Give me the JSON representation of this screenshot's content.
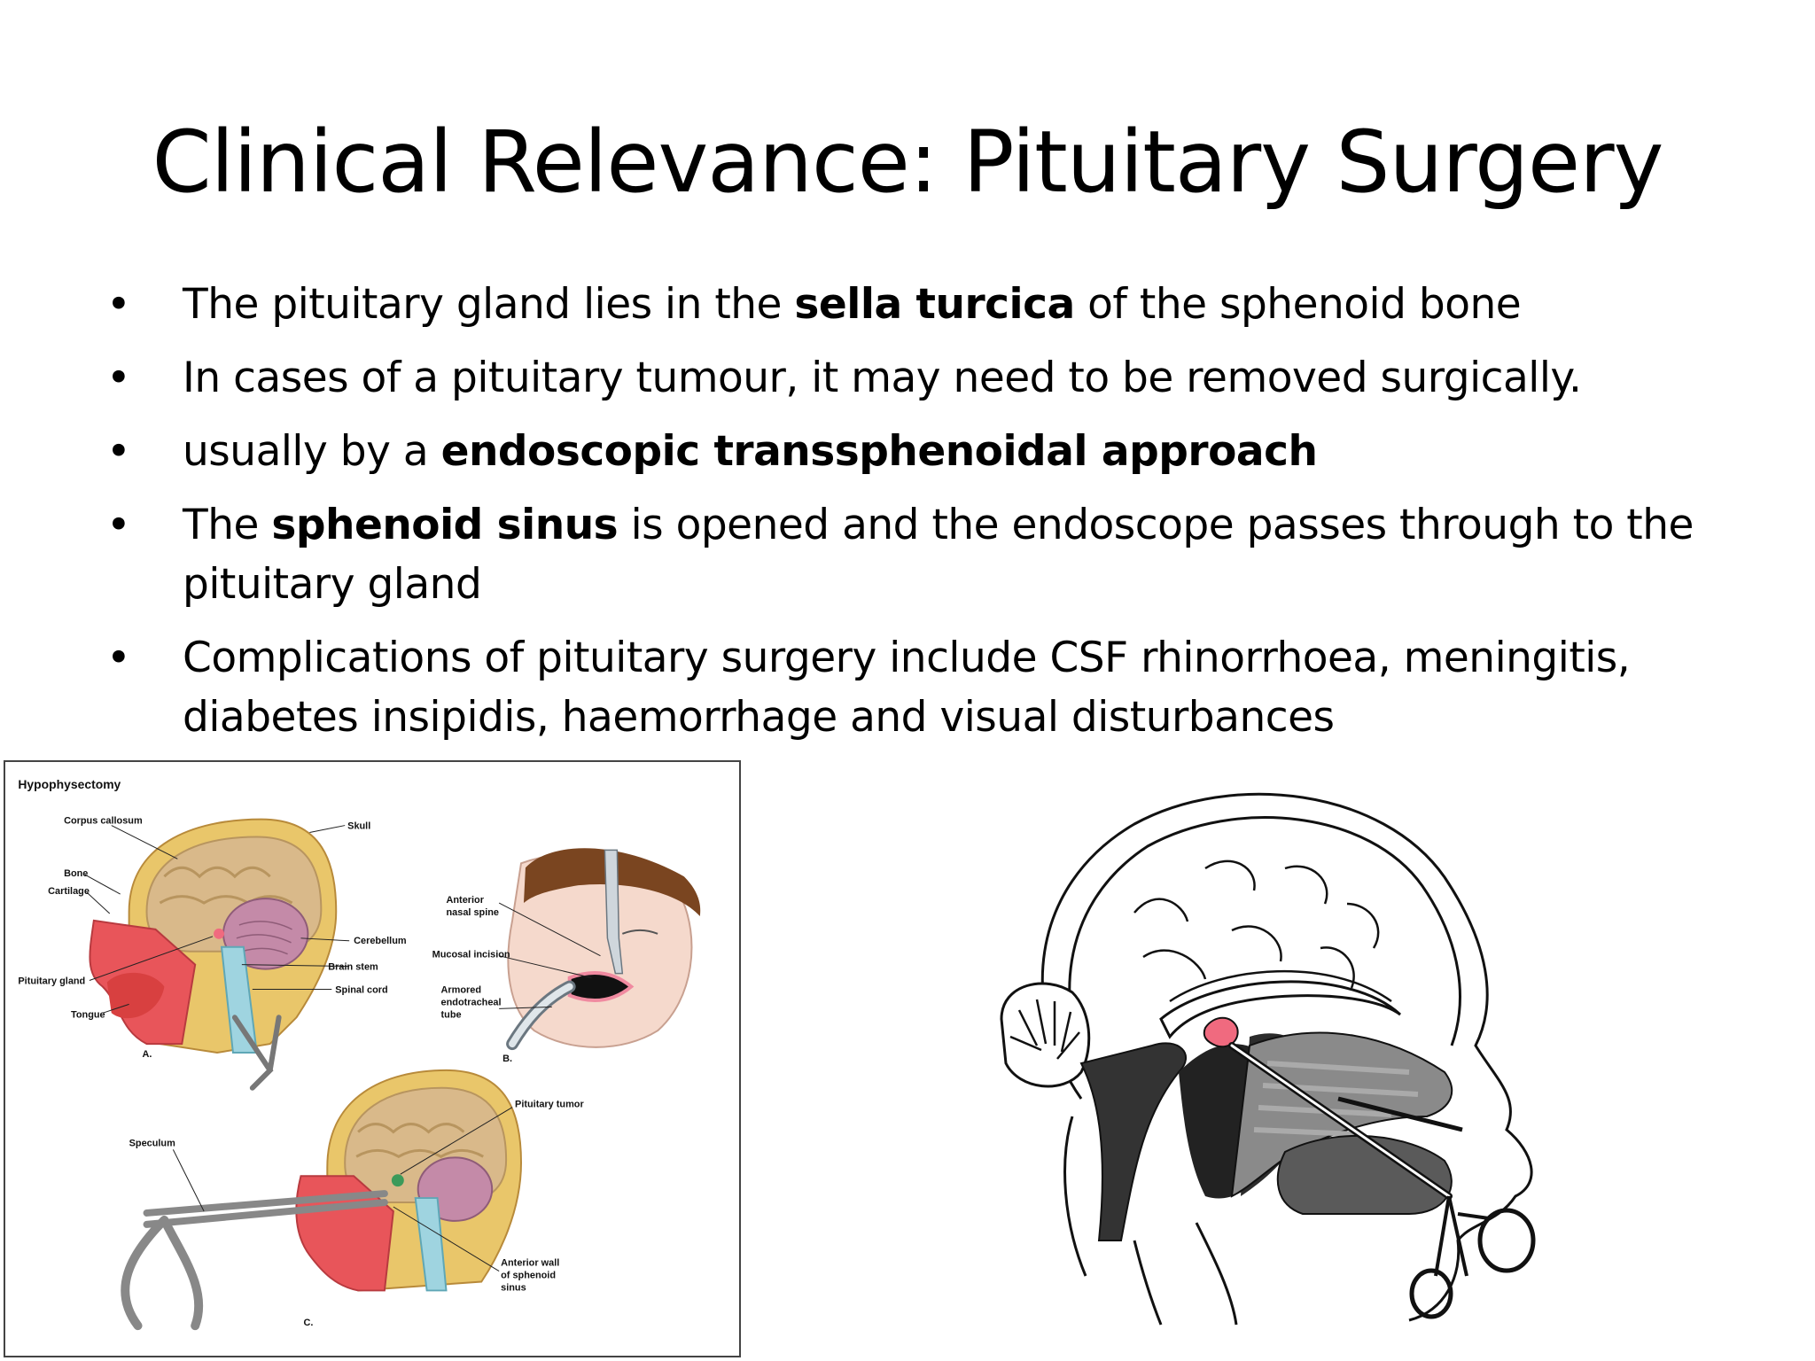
{
  "slide": {
    "title": "Clinical Relevance: Pituitary Surgery",
    "bullet_glyph": "•",
    "bullets": [
      {
        "pre": "The pituitary gland lies in the ",
        "bold": "sella turcica",
        "post": " of the sphenoid bone"
      },
      {
        "pre": "In cases of a pituitary tumour, it may need to be removed surgically.",
        "bold": "",
        "post": ""
      },
      {
        "pre": "usually by a ",
        "bold": "endoscopic transsphenoidal approach",
        "post": ""
      },
      {
        "pre": "The ",
        "bold": "sphenoid sinus",
        "post": " is opened and the endoscope passes through to the pituitary gland"
      },
      {
        "pre": "Complications of pituitary surgery include CSF rhinorrhoea, meningitis, diabetes insipidis, haemorrhage and visual disturbances",
        "bold": "",
        "post": ""
      }
    ]
  },
  "figure_a": {
    "title": "Hypophysectomy",
    "panel_a": "A.",
    "panel_b": "B.",
    "panel_c": "C.",
    "labels": {
      "corpus_callosum": "Corpus callosum",
      "skull": "Skull",
      "bone": "Bone",
      "cartilage": "Cartilage",
      "cerebellum": "Cerebellum",
      "brain_stem": "Brain stem",
      "pituitary_gland": "Pituitary gland",
      "spinal_cord": "Spinal cord",
      "tongue": "Tongue",
      "anterior_nasal_spine_1": "Anterior",
      "anterior_nasal_spine_2": "nasal spine",
      "mucosal_incision": "Mucosal incision",
      "armored_tube_1": "Armored",
      "armored_tube_2": "endotracheal",
      "armored_tube_3": "tube",
      "pituitary_tumor": "Pituitary tumor",
      "speculum": "Speculum",
      "anterior_wall_1": "Anterior wall",
      "anterior_wall_2": "of sphenoid",
      "anterior_wall_3": "sinus"
    }
  },
  "colors": {
    "brain": "#d9b98a",
    "brain_dark": "#b8955f",
    "cerebellum": "#c48aa8",
    "tissue_red": "#e8555a",
    "spinal_blue": "#9fd4e0",
    "bone_yellow": "#e9c66a",
    "skin": "#f5d9cc",
    "hair": "#7a4520",
    "tumor_pink": "#f06a7f",
    "line_art_gray": "#555555"
  }
}
